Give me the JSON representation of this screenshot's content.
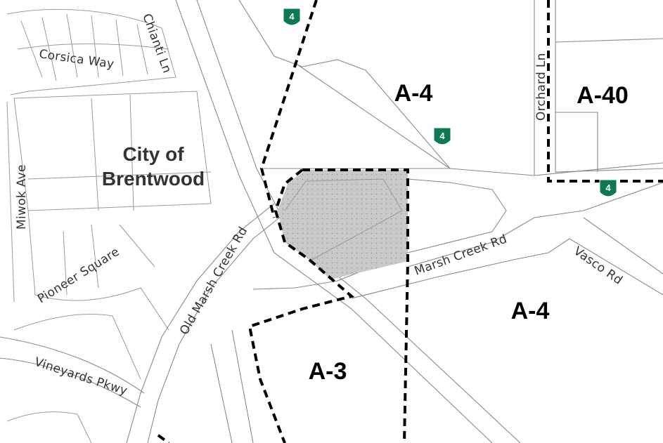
{
  "city_label": {
    "line1": "City of",
    "line2": "Brentwood"
  },
  "zones": {
    "a4_north": "A-4",
    "a40": "A-40",
    "a4_south": "A-4",
    "a3": "A-3"
  },
  "streets": {
    "corsica": "Corsica Way",
    "chianti": "Chianti Ln",
    "miwok": "Miwok Ave",
    "pioneer": "Pioneer Square",
    "old_marsh": "Old Marsh Creek Rd",
    "marsh_creek": "Marsh Creek Rd",
    "vasco": "Vasco Rd",
    "vineyards": "Vineyards Pkwy",
    "orchard": "Orchard Ln"
  },
  "highway": {
    "number": "4"
  },
  "colors": {
    "site_fill": "#c8c8c8",
    "boundary": "#000000",
    "shield": "#0b7a4e"
  }
}
